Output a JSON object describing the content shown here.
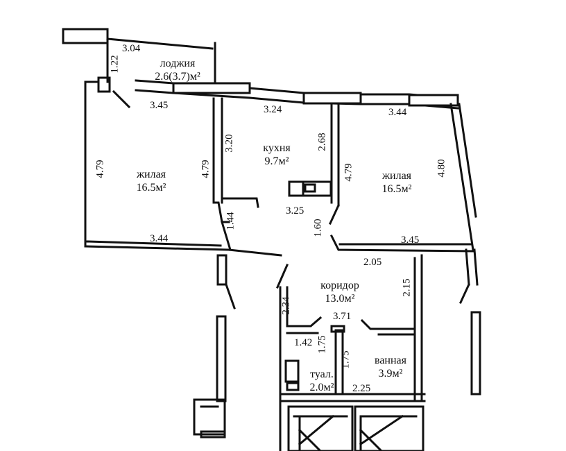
{
  "rooms": {
    "loggia": {
      "name": "лоджия",
      "area": "2.6(3.7)м²"
    },
    "living_left": {
      "name": "жилая",
      "area": "16.5м²"
    },
    "kitchen": {
      "name": "кухня",
      "area": "9.7м²"
    },
    "living_right": {
      "name": "жилая",
      "area": "16.5м²"
    },
    "corridor": {
      "name": "коридор",
      "area": "13.0м²"
    },
    "bathroom": {
      "name": "ванная",
      "area": "3.9м²"
    },
    "toilet": {
      "name": "туал.",
      "area": "2.0м²"
    }
  },
  "dimensions": {
    "d304": "3.04",
    "d122": "1.22",
    "d345a": "3.45",
    "d324": "3.24",
    "d344a": "3.44",
    "d479a": "4.79",
    "d479b": "4.79",
    "d320": "3.20",
    "d268": "2.68",
    "d479c": "4.79",
    "d480": "4.80",
    "d325": "3.25",
    "d144": "1.44",
    "d160": "1.60",
    "d344b": "3.44",
    "d345b": "3.45",
    "d205": "2.05",
    "d215": "2.15",
    "d234": "2.34",
    "d371": "3.71",
    "d142": "1.42",
    "d175a": "1.75",
    "d175b": "1.75",
    "d225": "2.25"
  },
  "colors": {
    "wall": "#111111",
    "background": "#ffffff"
  }
}
